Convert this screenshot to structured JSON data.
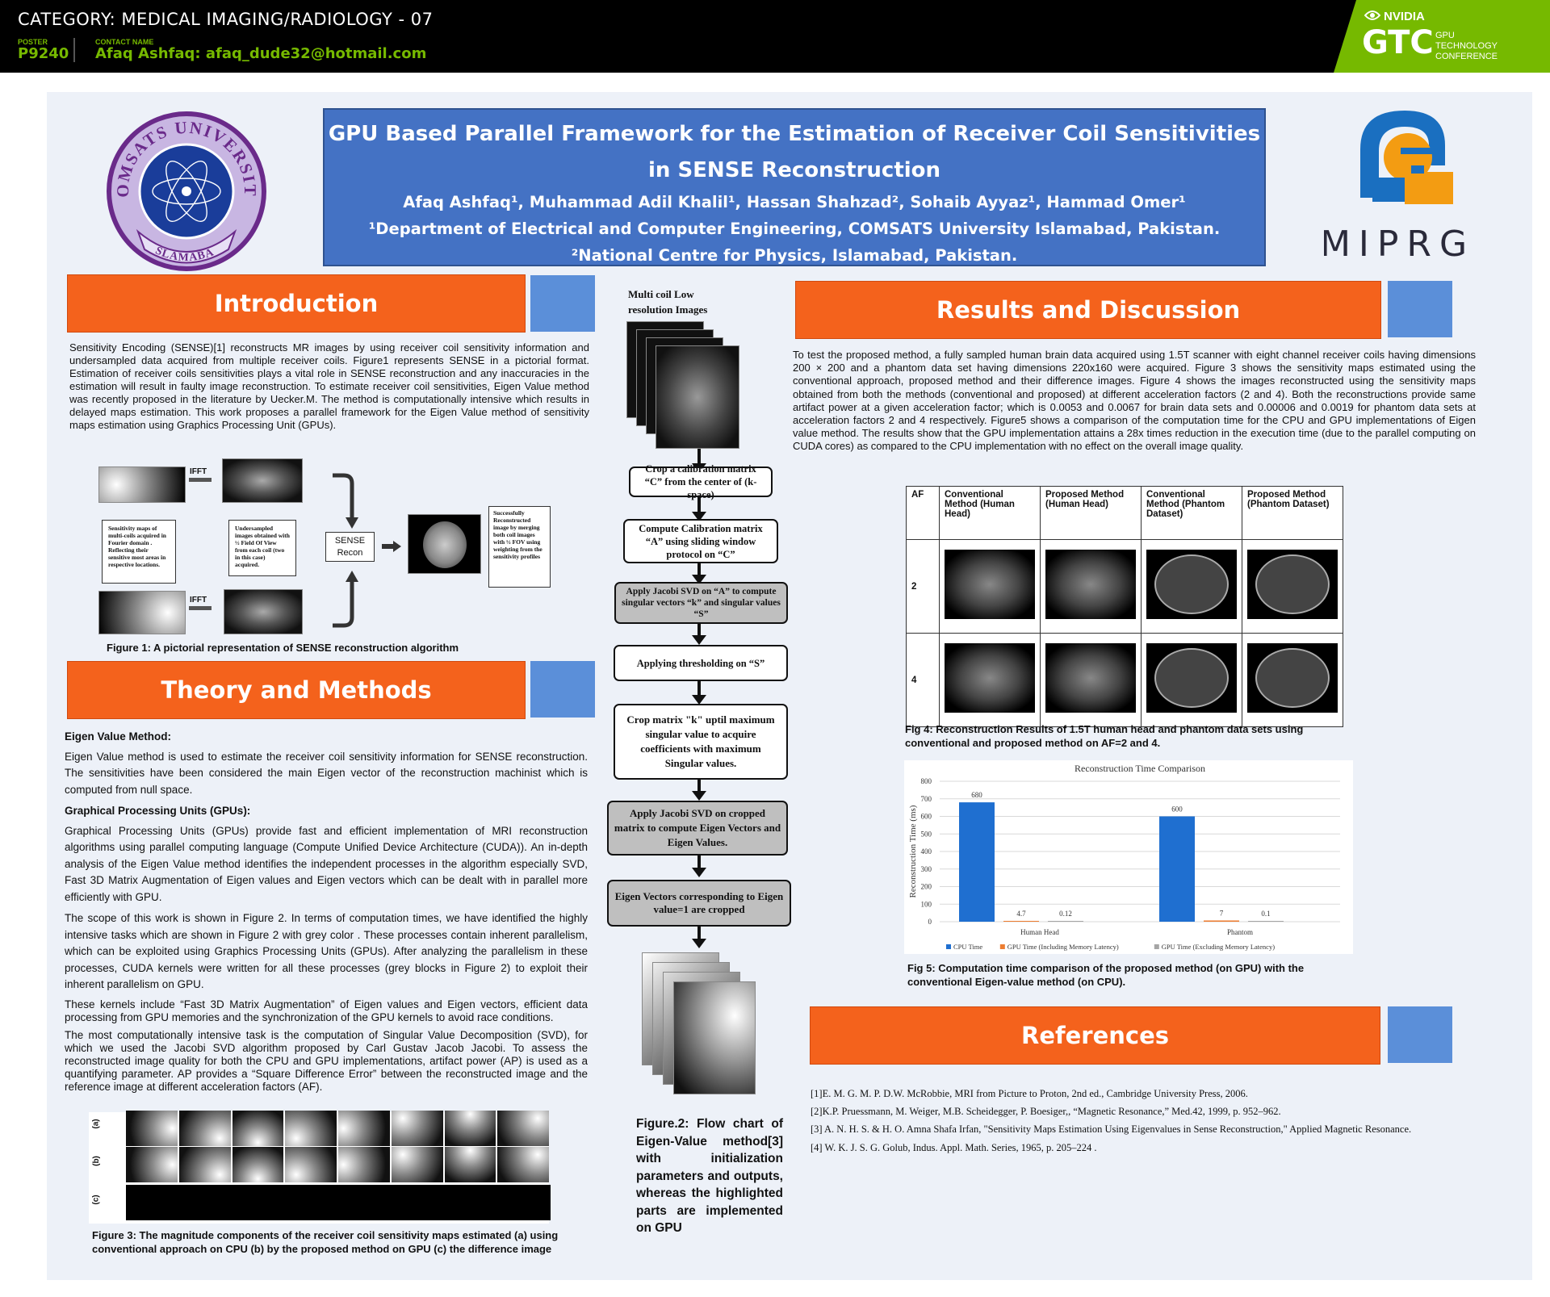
{
  "header": {
    "category": "CATEGORY: MEDICAL IMAGING/RADIOLOGY - 07",
    "poster_label": "POSTER",
    "poster_id": "P9240",
    "contact_label": "CONTACT NAME",
    "contact": "Afaq Ashfaq: afaq_dude32@hotmail.com",
    "nvidia": "NVIDIA",
    "gtc": "GTC",
    "gtc_sub": "GPU\nTECHNOLOGY\nCONFERENCE"
  },
  "title": {
    "line1": "GPU Based Parallel Framework for the Estimation of Receiver Coil Sensitivities",
    "line2": "in SENSE Reconstruction",
    "authors": "Afaq Ashfaq¹, Muhammad Adil Khalil¹, Hassan Shahzad², Sohaib Ayyaz¹, Hammad Omer¹",
    "affil1": "¹Department of Electrical and Computer Engineering, COMSATS University Islamabad, Pakistan.",
    "affil2": "²National Centre for Physics, Islamabad, Pakistan."
  },
  "logos": {
    "comsats_top": "COMSATS UNIVERSITY",
    "comsats_bottom": "ISLAMABAD",
    "miprg": "MIPRG"
  },
  "intro": {
    "heading": "Introduction",
    "text": "Sensitivity Encoding (SENSE)[1] reconstructs MR images by using receiver coil sensitivity information and undersampled data acquired from multiple receiver coils. Figure1 represents SENSE in a pictorial format. Estimation of receiver coils sensitivities plays a vital role in SENSE reconstruction and any inaccuracies in the estimation will result in faulty image reconstruction. To estimate receiver coil sensitivities, Eigen Value method was recently proposed in the literature by Uecker.M. The method is computationally intensive which results in delayed maps estimation. This work proposes a parallel framework for the Eigen Value method of sensitivity maps estimation using Graphics Processing Unit (GPUs).",
    "fig1_ifft1": "IFFT",
    "fig1_ifft2": "IFFT",
    "fig1_box1": "Sensitivity maps of multi-coils acquired in Fourier domain . Reflecting their sensitive most areas in respective locations.",
    "fig1_box2": "Undersampled images obtained with ½ Field Of View from each coil (two in this case) acquired.",
    "fig1_box3": "SENSE Recon",
    "fig1_box4": "Successfully Reconstructed image by merging both coil images with ½ FOV using weighting from the sensitivity profiles",
    "fig1_caption": "Figure 1:  A pictorial representation of SENSE reconstruction algorithm"
  },
  "theory": {
    "heading": "Theory and Methods",
    "sub1": "Eigen Value Method:",
    "p1": "Eigen Value method is used to estimate the receiver coil sensitivity information for SENSE reconstruction. The sensitivities have been considered the main Eigen vector of the reconstruction machinist which is computed from null space.",
    "sub2": "Graphical Processing Units (GPUs):",
    "p2": "Graphical Processing Units (GPUs) provide fast and efficient implementation of MRI reconstruction algorithms using parallel computing language (Compute Unified Device Architecture (CUDA)). An in-depth analysis of the Eigen Value method identifies the independent processes in the algorithm especially SVD, Fast 3D Matrix Augmentation of Eigen values and Eigen vectors which can be dealt with in parallel more efficiently with GPU.",
    "p3": "The scope of this work is shown in Figure 2. In terms of computation times, we have identified the highly intensive tasks which are shown in Figure 2 with grey color . These processes contain inherent parallelism, which can be exploited using Graphics Processing Units (GPUs). After analyzing the parallelism in these processes, CUDA kernels were written for all these processes (grey blocks in Figure 2) to exploit their inherent parallelism on GPU.",
    "p4": "These kernels include “Fast 3D Matrix Augmentation” of Eigen values and Eigen vectors, efficient data processing from GPU memories and the synchronization of the GPU kernels to avoid race conditions.",
    "p5": "The most computationally intensive task is the computation of Singular Value Decomposition (SVD), for which we used the Jacobi SVD algorithm proposed by Carl Gustav Jacob Jacobi. To assess the reconstructed image quality for both the CPU and GPU implementations, artifact power (AP) is used as a quantifying parameter. AP provides a “Square Difference Error” between the reconstructed image and the reference image at different acceleration factors (AF).",
    "fig3_labels": [
      "(a)",
      "(b)",
      "(c)"
    ],
    "fig3_caption": "Figure 3: The magnitude components of the receiver coil sensitivity maps estimated (a) using conventional approach on CPU (b) by the proposed method on GPU (c) the difference image"
  },
  "flow": {
    "top_label": "Multi coil Low resolution Images",
    "steps": [
      "Crop a calibration matrix “C” from the center of (k-space)",
      "Compute Calibration matrix “A” using sliding window protocol on “C”",
      "Apply Jacobi SVD on “A” to compute singular vectors “k” and singular values “S”",
      "Applying thresholding on “S”",
      "Crop matrix \"k\" uptil maximum singular value to acquire coefficients with maximum Singular values.",
      "Apply Jacobi SVD on cropped matrix to compute Eigen Vectors and Eigen Values.",
      "Eigen Vectors corresponding to Eigen value=1 are cropped"
    ],
    "caption": "Figure.2: Flow chart of Eigen-Value method[3] with initialization parameters and outputs, whereas the highlighted parts are implemented on GPU"
  },
  "results": {
    "heading": "Results and Discussion",
    "text": "To test the proposed method, a fully sampled human brain data acquired using 1.5T scanner with eight channel receiver coils having dimensions 200 × 200 and a phantom data set having dimensions 220x160 were acquired. Figure 3 shows the sensitivity maps estimated using the conventional approach, proposed method and their difference images. Figure 4 shows the images reconstructed using the sensitivity maps obtained from both the methods (conventional and proposed) at different acceleration factors (2 and 4). Both the reconstructions provide same artifact power at a given acceleration factor; which is 0.0053 and 0.0067 for brain data sets and 0.00006 and 0.0019 for phantom data sets at acceleration factors 2 and 4 respectively. Figure5 shows a comparison of the computation time for the CPU and GPU implementations of Eigen value method. The results show that the GPU implementation attains a 28x times reduction in the execution time (due to the parallel computing on CUDA cores) as compared to the CPU implementation with no effect on the overall image quality.",
    "table_headers": [
      "AF",
      "Conventional Method (Human Head)",
      "Proposed Method (Human Head)",
      "Conventional Method (Phantom Dataset)",
      "Proposed Method (Phantom Dataset)"
    ],
    "table_rows": [
      "2",
      "4"
    ],
    "fig4_caption": "Fig 4: Reconstruction Results of 1.5T human head and phantom data sets using conventional and proposed method on AF=2 and 4.",
    "fig5_caption": "Fig 5: Computation time comparison of the proposed method (on GPU) with the conventional Eigen-value method (on CPU)."
  },
  "chart_data": {
    "type": "bar",
    "title": "Reconstruction Time Comparison",
    "ylabel": "Reconstruction Time (ms)",
    "xlabel": "",
    "ylim": [
      0,
      800
    ],
    "yticks": [
      0,
      100,
      200,
      300,
      400,
      500,
      600,
      700,
      800
    ],
    "categories": [
      "Human Head",
      "Phantom"
    ],
    "series": [
      {
        "name": "CPU Time",
        "values": [
          680,
          600
        ],
        "labels": [
          "680",
          "600"
        ],
        "color": "#1f6fd0"
      },
      {
        "name": "GPU Time (Including Memory Latency)",
        "values": [
          4.7,
          7
        ],
        "labels": [
          "4.7",
          "7"
        ],
        "color": "#ed7d31"
      },
      {
        "name": "GPU Time (Excluding Memory Latency)",
        "values": [
          0.12,
          0.1
        ],
        "labels": [
          "0.12",
          "0.1"
        ],
        "color": "#a5a5a5"
      }
    ],
    "grid": true,
    "legend": "bottom"
  },
  "references": {
    "heading": "References",
    "items": [
      "[1]E. M. G. M. P. D.W. McRobbie, MRI from Picture to Proton, 2nd ed., Cambridge University Press, 2006.",
      "[2]K.P. Pruessmann, M. Weiger, M.B. Scheidegger, P. Boesiger,, “Magnetic Resonance,” Med.42, 1999, p. 952–962.",
      "[3] A. N. H. S. & H. O. Amna Shafa Irfan, \"Sensitivity Maps Estimation Using Eigenvalues in Sense Reconstruction,\" Applied Magnetic Resonance.",
      "[4] W. K. J. S. G. Golub, Indus. Appl. Math. Series, 1965, p. 205–224 ."
    ]
  },
  "colors": {
    "section_orange": "#f4621c",
    "accent_blue": "#5b8fd9",
    "title_blue": "#4472c4",
    "nvidia_green": "#76b900"
  }
}
